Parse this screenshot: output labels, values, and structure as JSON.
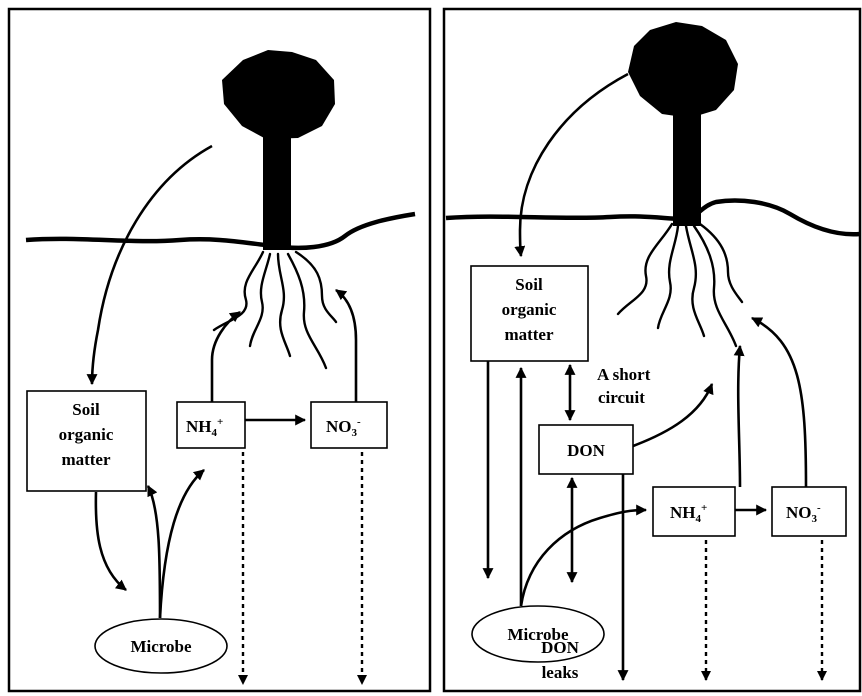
{
  "left_panel": {
    "soil_organic_matter": [
      "Soil",
      "organic",
      "matter"
    ],
    "nh4": {
      "base": "NH",
      "sub": "4",
      "sup": "+"
    },
    "no3": {
      "base": "NO",
      "sub": "3",
      "sup": "-"
    },
    "microbe": "Microbe"
  },
  "right_panel": {
    "soil_organic_matter": [
      "Soil",
      "organic",
      "matter"
    ],
    "short_circuit": [
      "A short",
      "circuit"
    ],
    "don": "DON",
    "nh4": {
      "base": "NH",
      "sub": "4",
      "sup": "+"
    },
    "no3": {
      "base": "NO",
      "sub": "3",
      "sup": "-"
    },
    "microbe": "Microbe",
    "don_leaks": [
      "DON",
      "leaks"
    ]
  }
}
